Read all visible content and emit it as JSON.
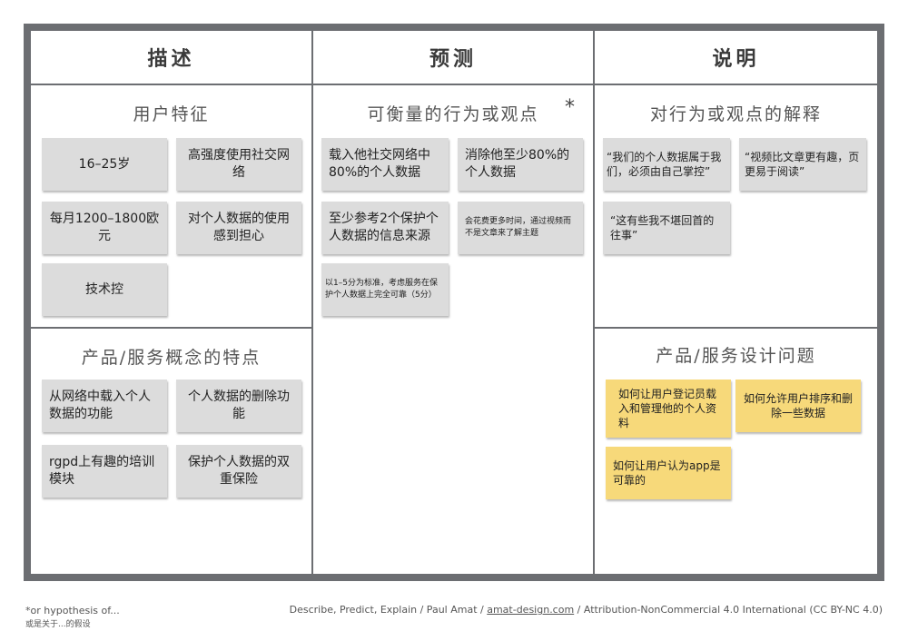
{
  "columns": {
    "describe": {
      "header": "描述",
      "section1": {
        "title": "用户特征",
        "notes": [
          "16–25岁",
          "高强度使用社交网络",
          "每月1200–1800欧元",
          "对个人数据的使用感到担心",
          "技术控"
        ]
      },
      "section2": {
        "title": "产品/服务概念的特点",
        "notes": [
          "从网络中载入个人数据的功能",
          "个人数据的删除功能",
          "rgpd上有趣的培训模块",
          "保护个人数据的双重保险"
        ]
      }
    },
    "predict": {
      "header": "预测",
      "section1": {
        "title": "可衡量的行为或观点",
        "asterisk": "*",
        "notes": [
          "载入他社交网络中80%的个人数据",
          "消除他至少80%的个人数据",
          "至少参考2个保护个人数据的信息来源",
          "会花费更多时间，通过视频而不是文章来了解主题",
          "以1–5分为标准，考虑服务在保护个人数据上完全可靠（5分）"
        ]
      }
    },
    "explain": {
      "header": "说明",
      "section1": {
        "title": "对行为或观点的解释",
        "notes": [
          "“我们的个人数据属于我们，必须由自己掌控”",
          "“视频比文章更有趣，页更易于阅读”",
          "“这有些我不堪回首的往事”"
        ]
      },
      "section2": {
        "title": "产品/服务设计问题",
        "notes": [
          "如何让用户登记员载入和管理他的个人资料",
          "如何允许用户排序和删除一些数据",
          "如何让用户认为app是可靠的"
        ]
      }
    }
  },
  "footer": {
    "left_line1": "*or hypothesis of...",
    "left_line2": "或是关于...的假设",
    "right_prefix": "Describe, Predict, Explain / Paul Amat / ",
    "right_link": "amat-design.com",
    "right_suffix": " / Attribution-NonCommercial 4.0 International (CC BY-NC 4.0)"
  },
  "colors": {
    "border": "#6c6e72",
    "note_gray": "#dcdcdc",
    "note_yellow": "#f7d97a"
  }
}
